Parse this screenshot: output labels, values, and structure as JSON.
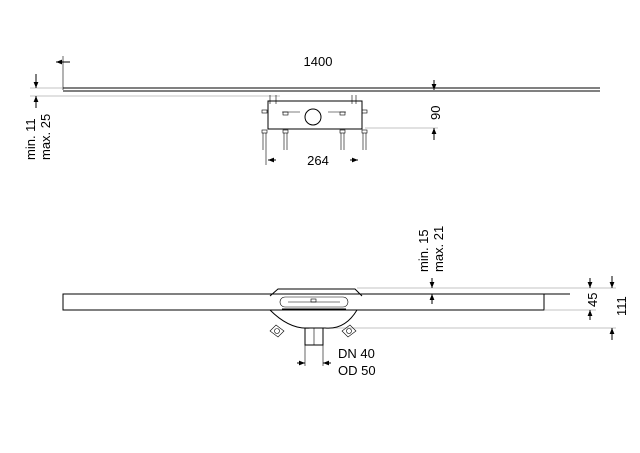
{
  "top_view": {
    "length_label": "1400",
    "cover_label_min": "min. 11",
    "cover_label_max": "max. 25",
    "height_label": "90",
    "body_width_label": "264"
  },
  "side_view": {
    "cover_label_min": "min. 15",
    "cover_label_max": "max. 21",
    "channel_height_label": "45",
    "total_height_label": "111",
    "outlet_dn_label": "DN 40",
    "outlet_od_label": "OD 50"
  }
}
